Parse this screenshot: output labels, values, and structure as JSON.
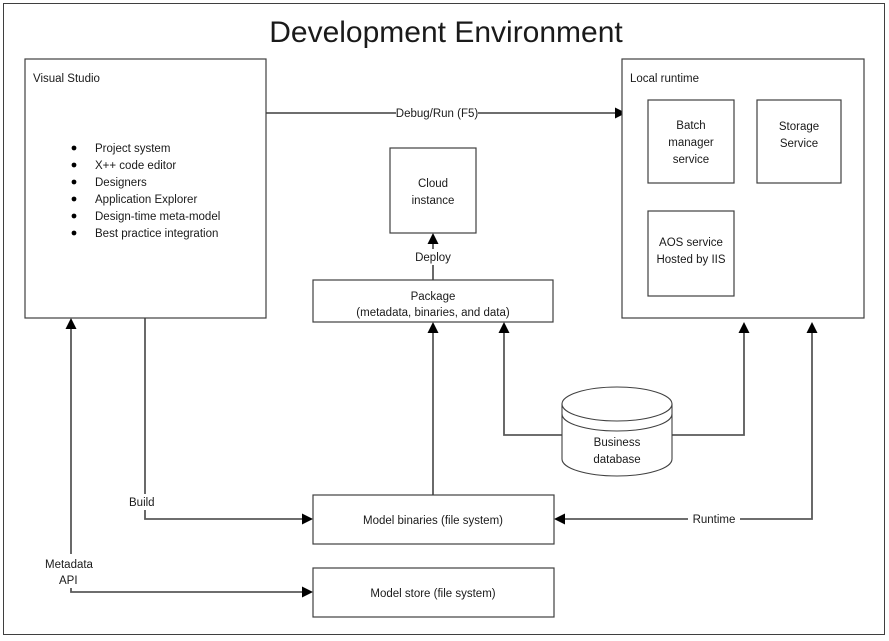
{
  "diagram": {
    "title": "Development Environment",
    "frame": {
      "name": "outer-frame"
    },
    "boxes": {
      "visual_studio": {
        "label": "Visual Studio",
        "bullets": [
          "Project system",
          "X++ code editor",
          "Designers",
          "Application Explorer",
          "Design-time meta-model",
          "Best practice integration"
        ]
      },
      "local_runtime": {
        "label": "Local runtime",
        "children": [
          {
            "id": "batch-manager-service",
            "lines": [
              "Batch",
              "manager",
              "service"
            ]
          },
          {
            "id": "storage-service",
            "lines": [
              "Storage",
              "Service"
            ]
          },
          {
            "id": "aos-service",
            "lines": [
              "AOS service",
              "Hosted by IIS"
            ]
          }
        ]
      },
      "cloud_instance": {
        "lines": [
          "Cloud",
          "instance"
        ]
      },
      "package": {
        "lines": [
          "Package",
          "(metadata, binaries, and data)"
        ]
      },
      "business_database": {
        "lines": [
          "Business",
          "database"
        ]
      },
      "model_binaries": {
        "lines": [
          "Model binaries (file system)"
        ]
      },
      "model_store": {
        "lines": [
          "Model store (file system)"
        ]
      }
    },
    "edges": {
      "debug_run": "Debug/Run (F5)",
      "deploy": "Deploy",
      "build": "Build",
      "metadata_api_line1": "Metadata",
      "metadata_api_line2": "API",
      "runtime": "Runtime"
    },
    "colors": {
      "connector": "#595959",
      "box_border": "#404040",
      "frame_border": "#3f3f3f",
      "text": "#1a1a1a",
      "background": "#ffffff",
      "arrowhead": "#000000"
    }
  }
}
